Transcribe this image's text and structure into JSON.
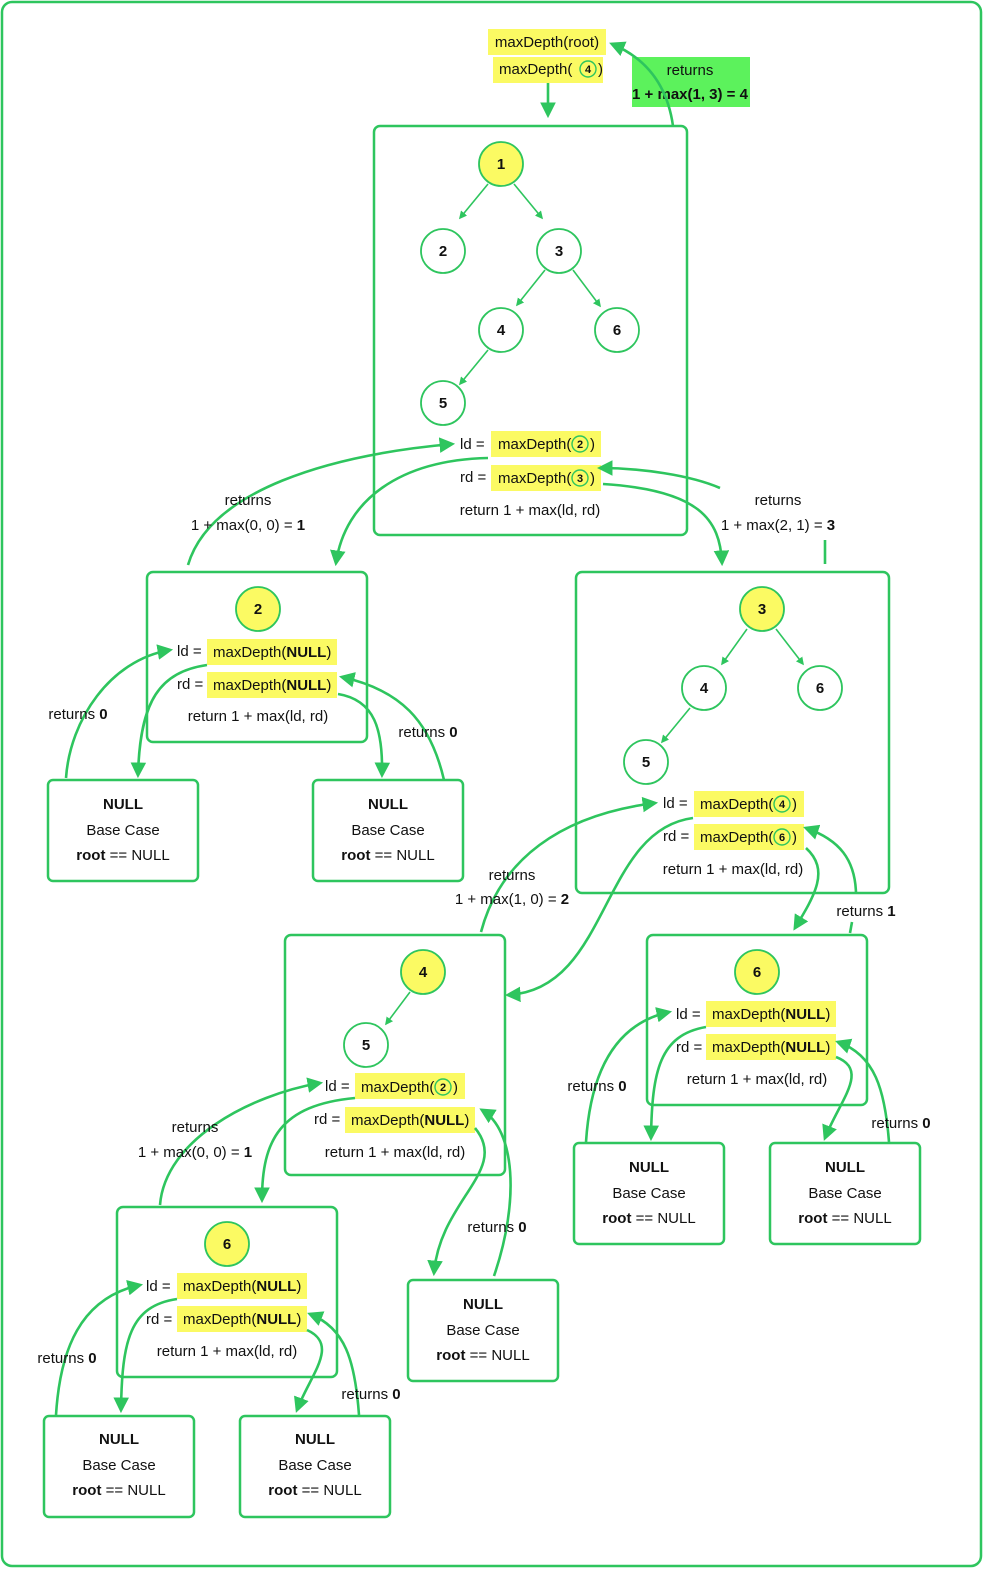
{
  "top": {
    "call_line1": "maxDepth(root)",
    "call_line2_prefix": "maxDepth(",
    "call_line2_node": "4",
    "call_line2_suffix": ")",
    "returns_label": "returns",
    "returns_value": "1 + max(1, 3) = 4"
  },
  "strings": {
    "ld": "ld =",
    "rd": "rd =",
    "max_depth_prefix": "maxDepth(",
    "close_paren": ")",
    "null_word": "NULL",
    "return_expr": "return 1 + max(ld, rd)",
    "returns_word": "returns",
    "returns_zero": "0",
    "returns_one": "1",
    "base_case": "Base Case",
    "root_word": "root",
    "eq_null": " == NULL"
  },
  "tree_main": {
    "nodes": [
      "1",
      "2",
      "3",
      "4",
      "6",
      "5"
    ]
  },
  "frame_root": {
    "ld_arg": "2",
    "rd_arg": "3"
  },
  "frame_2": {
    "root": "2"
  },
  "frame_3": {
    "root": "3",
    "nodes": [
      "4",
      "6",
      "5"
    ],
    "ld_arg": "4",
    "rd_arg": "6"
  },
  "frame_4": {
    "root": "4",
    "nodes": [
      "5"
    ],
    "ld_arg": "2"
  },
  "frame_6_right": {
    "root": "6"
  },
  "frame_6_left": {
    "root": "6"
  },
  "returns_labels": {
    "r1_prefix": "1 + max(0, 0) = ",
    "r1_value": "1",
    "r3_prefix": "1 + max(2, 1) = ",
    "r3_value": "3",
    "r2_prefix": "1 + max(1, 0) = ",
    "r2_value": "2",
    "r1b_prefix": "1 + max(0, 0) = ",
    "r1b_value": "1"
  },
  "colors": {
    "green": "#2ec55e",
    "highlight_yellow": "#fbfa63",
    "returns_badge": "#5cf25c",
    "text": "#111111"
  }
}
